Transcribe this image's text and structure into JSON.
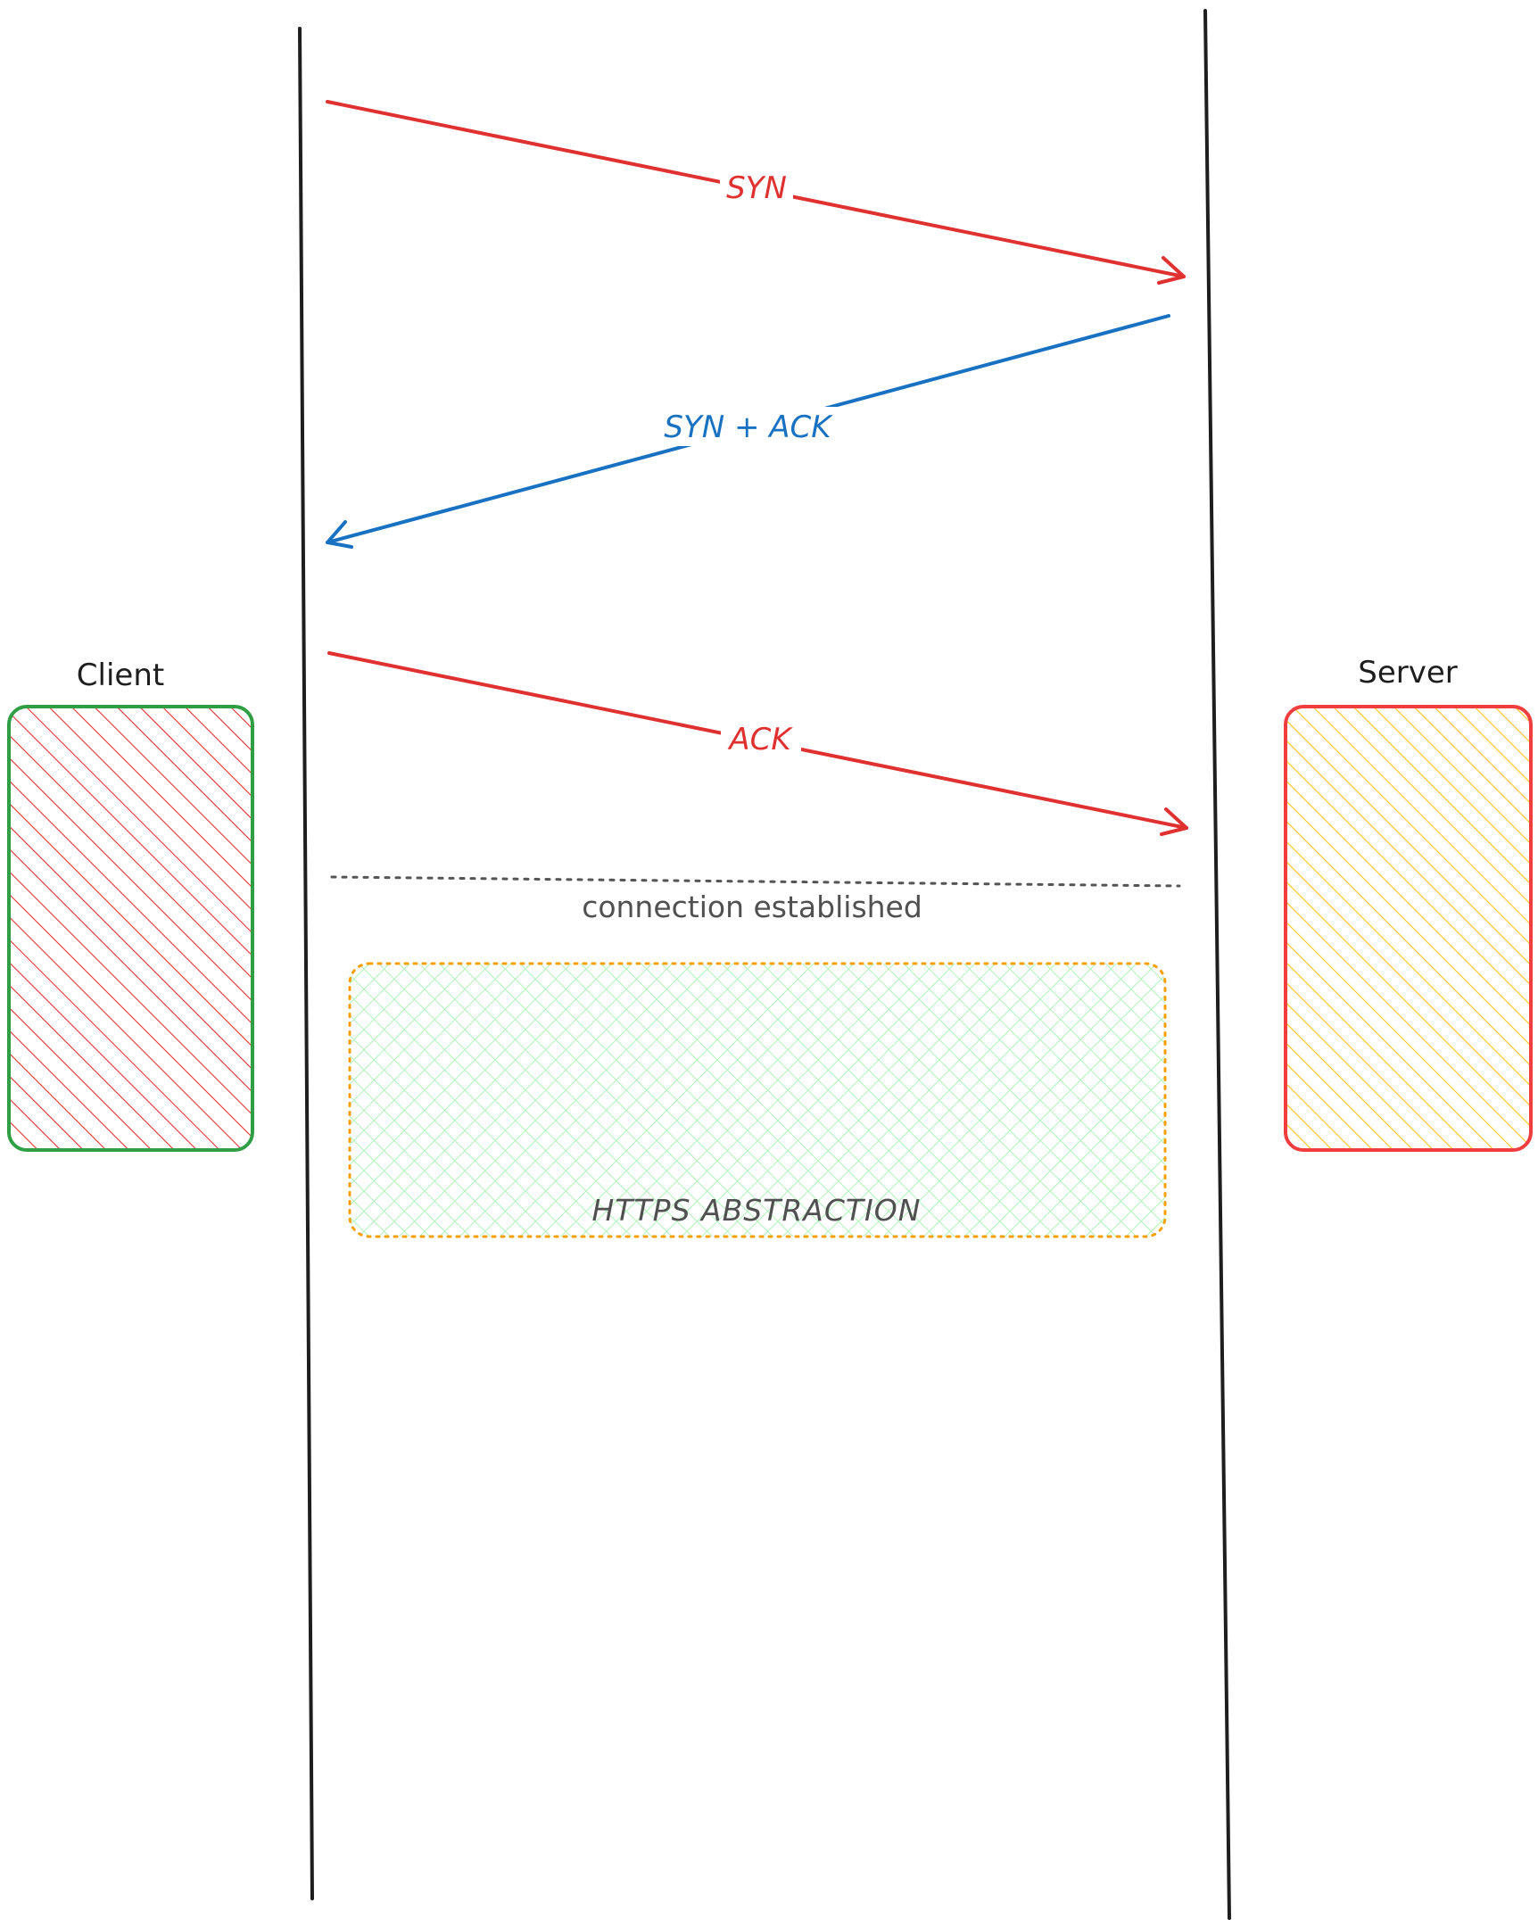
{
  "participants": {
    "client": {
      "label": "Client",
      "stroke": "#2f9e44",
      "hatch": "#e03131"
    },
    "server": {
      "label": "Server",
      "stroke": "#f03e3e",
      "hatch": "#fcc419"
    }
  },
  "messages": [
    {
      "label": "SYN",
      "direction": "client-to-server",
      "color": "#e03131"
    },
    {
      "label": "SYN + ACK",
      "direction": "server-to-client",
      "color": "#1971c2"
    },
    {
      "label": "ACK",
      "direction": "client-to-server",
      "color": "#e03131"
    }
  ],
  "separator": {
    "label": "connection established",
    "color": "#555555"
  },
  "region": {
    "label": "HTTPS ABSTRACTION",
    "stroke": "#f59f00",
    "hatch": "#b2f2bb"
  },
  "lifeline_color": "#1e1e1e"
}
